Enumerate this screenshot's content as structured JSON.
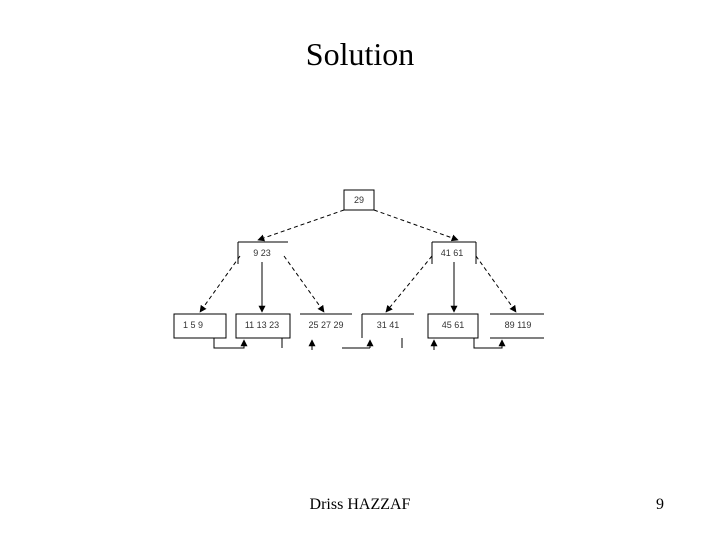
{
  "slide": {
    "title": "Solution",
    "footer": "Driss HAZZAF",
    "page_number": "9"
  },
  "tree": {
    "root": {
      "id": "root",
      "label": "29"
    },
    "internal": [
      {
        "id": "int-left",
        "label": "9  23"
      },
      {
        "id": "int-right",
        "label": "41  61"
      }
    ],
    "leaves": [
      {
        "id": "leaf-1",
        "label": "1 5 9"
      },
      {
        "id": "leaf-2",
        "label": "11 13 23"
      },
      {
        "id": "leaf-3",
        "label": "25 27 29"
      },
      {
        "id": "leaf-4",
        "label": "31 41"
      },
      {
        "id": "leaf-5",
        "label": "45 61"
      },
      {
        "id": "leaf-6",
        "label": "89 119"
      }
    ]
  }
}
